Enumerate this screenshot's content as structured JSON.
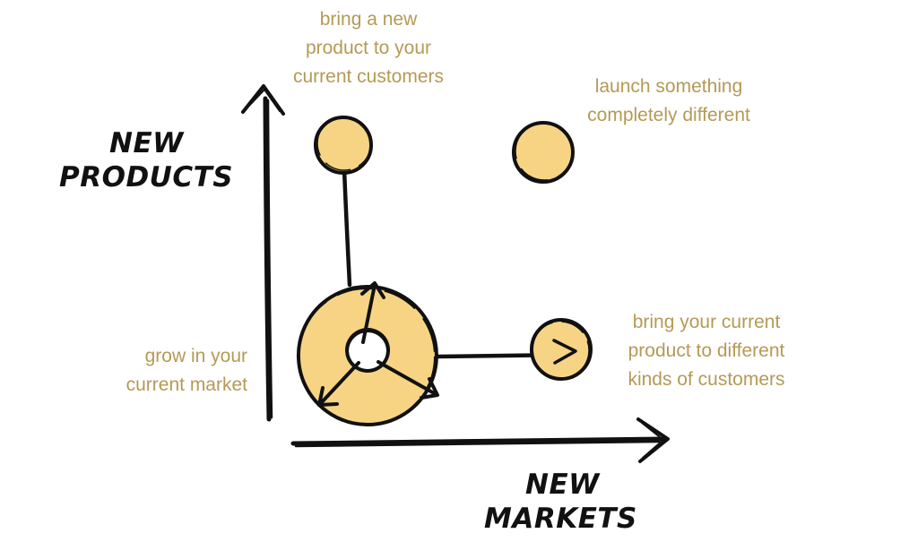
{
  "axes": {
    "vertical": {
      "label_lines": [
        "NEW",
        "PRODUCTS"
      ]
    },
    "horizontal": {
      "label_lines": [
        "NEW",
        "MARKETS"
      ]
    }
  },
  "strategies": {
    "new_product": {
      "label_lines": [
        "bring a new",
        "product to your",
        "current customers"
      ]
    },
    "diversification": {
      "label_lines": [
        "launch something",
        "completely different"
      ]
    },
    "new_market": {
      "label_lines": [
        "bring your current",
        "product to different",
        "kinds of customers"
      ]
    },
    "current_market": {
      "label_lines": [
        "grow in your",
        "current market"
      ]
    }
  },
  "colors": {
    "circle_fill": "#f7d484",
    "annotation_text": "#b49a55",
    "ink": "#111111"
  }
}
